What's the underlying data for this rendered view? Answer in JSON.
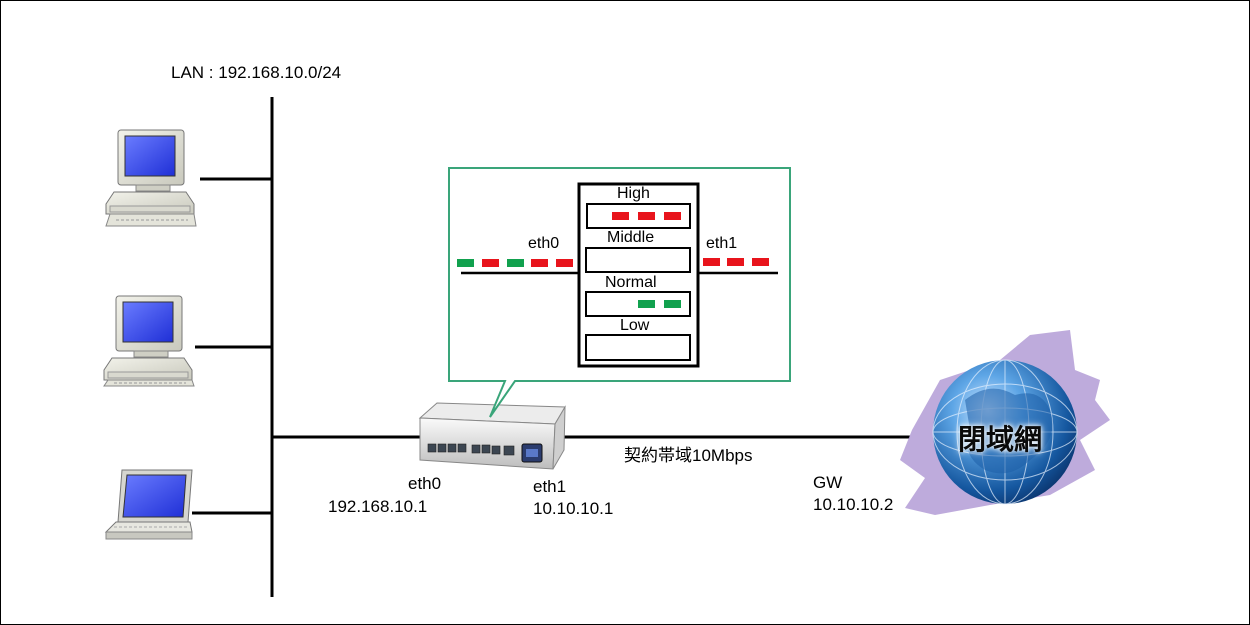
{
  "lan": {
    "label": "LAN : 192.168.10.0/24"
  },
  "router": {
    "eth0_label": "eth0",
    "eth0_ip": "192.168.10.1",
    "eth1_label": "eth1",
    "eth1_ip": "10.10.10.1"
  },
  "link": {
    "bandwidth_label": "契約帯域10Mbps"
  },
  "gateway": {
    "label": "GW",
    "ip": "10.10.10.2"
  },
  "network": {
    "name": "閉域網"
  },
  "queue_callout": {
    "in_label": "eth0",
    "out_label": "eth1",
    "queues": [
      {
        "name": "High"
      },
      {
        "name": "Middle"
      },
      {
        "name": "Normal"
      },
      {
        "name": "Low"
      }
    ]
  },
  "colors": {
    "callout_border": "#3aa57a",
    "packet_high": "#e8141c",
    "packet_normal": "#11a14e",
    "cloud_purple": "#b7a2d8",
    "globe_blue": "#1a6fb8"
  }
}
